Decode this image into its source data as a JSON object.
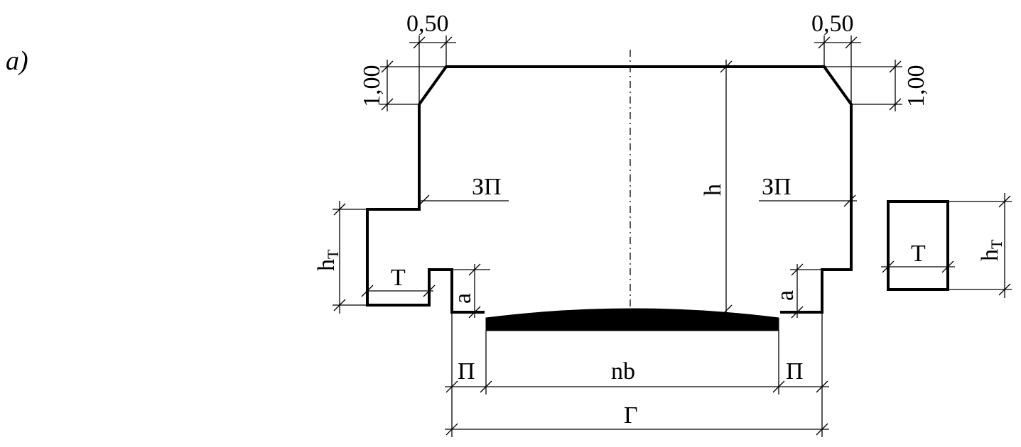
{
  "figure": {
    "label": "а)"
  },
  "dimensions": {
    "chamfer_width_left": "0,50",
    "chamfer_width_right": "0,50",
    "chamfer_height_left": "1,00",
    "chamfer_height_right": "1,00",
    "height": "h",
    "protection_zone_left": "ЗП",
    "protection_zone_right": "ЗП",
    "tread_height_left": "h",
    "tread_height_left_sub": "Т",
    "tread_left": "Т",
    "tread_height_right": "h",
    "tread_height_right_sub": "Т",
    "tread_right": "Т",
    "gap_left": "a",
    "gap_right": "a",
    "passage_left": "П",
    "passage_right": "П",
    "track_width": "nb",
    "gauge_width": "Г"
  },
  "colors": {
    "line": "#000000",
    "background": "#ffffff"
  }
}
